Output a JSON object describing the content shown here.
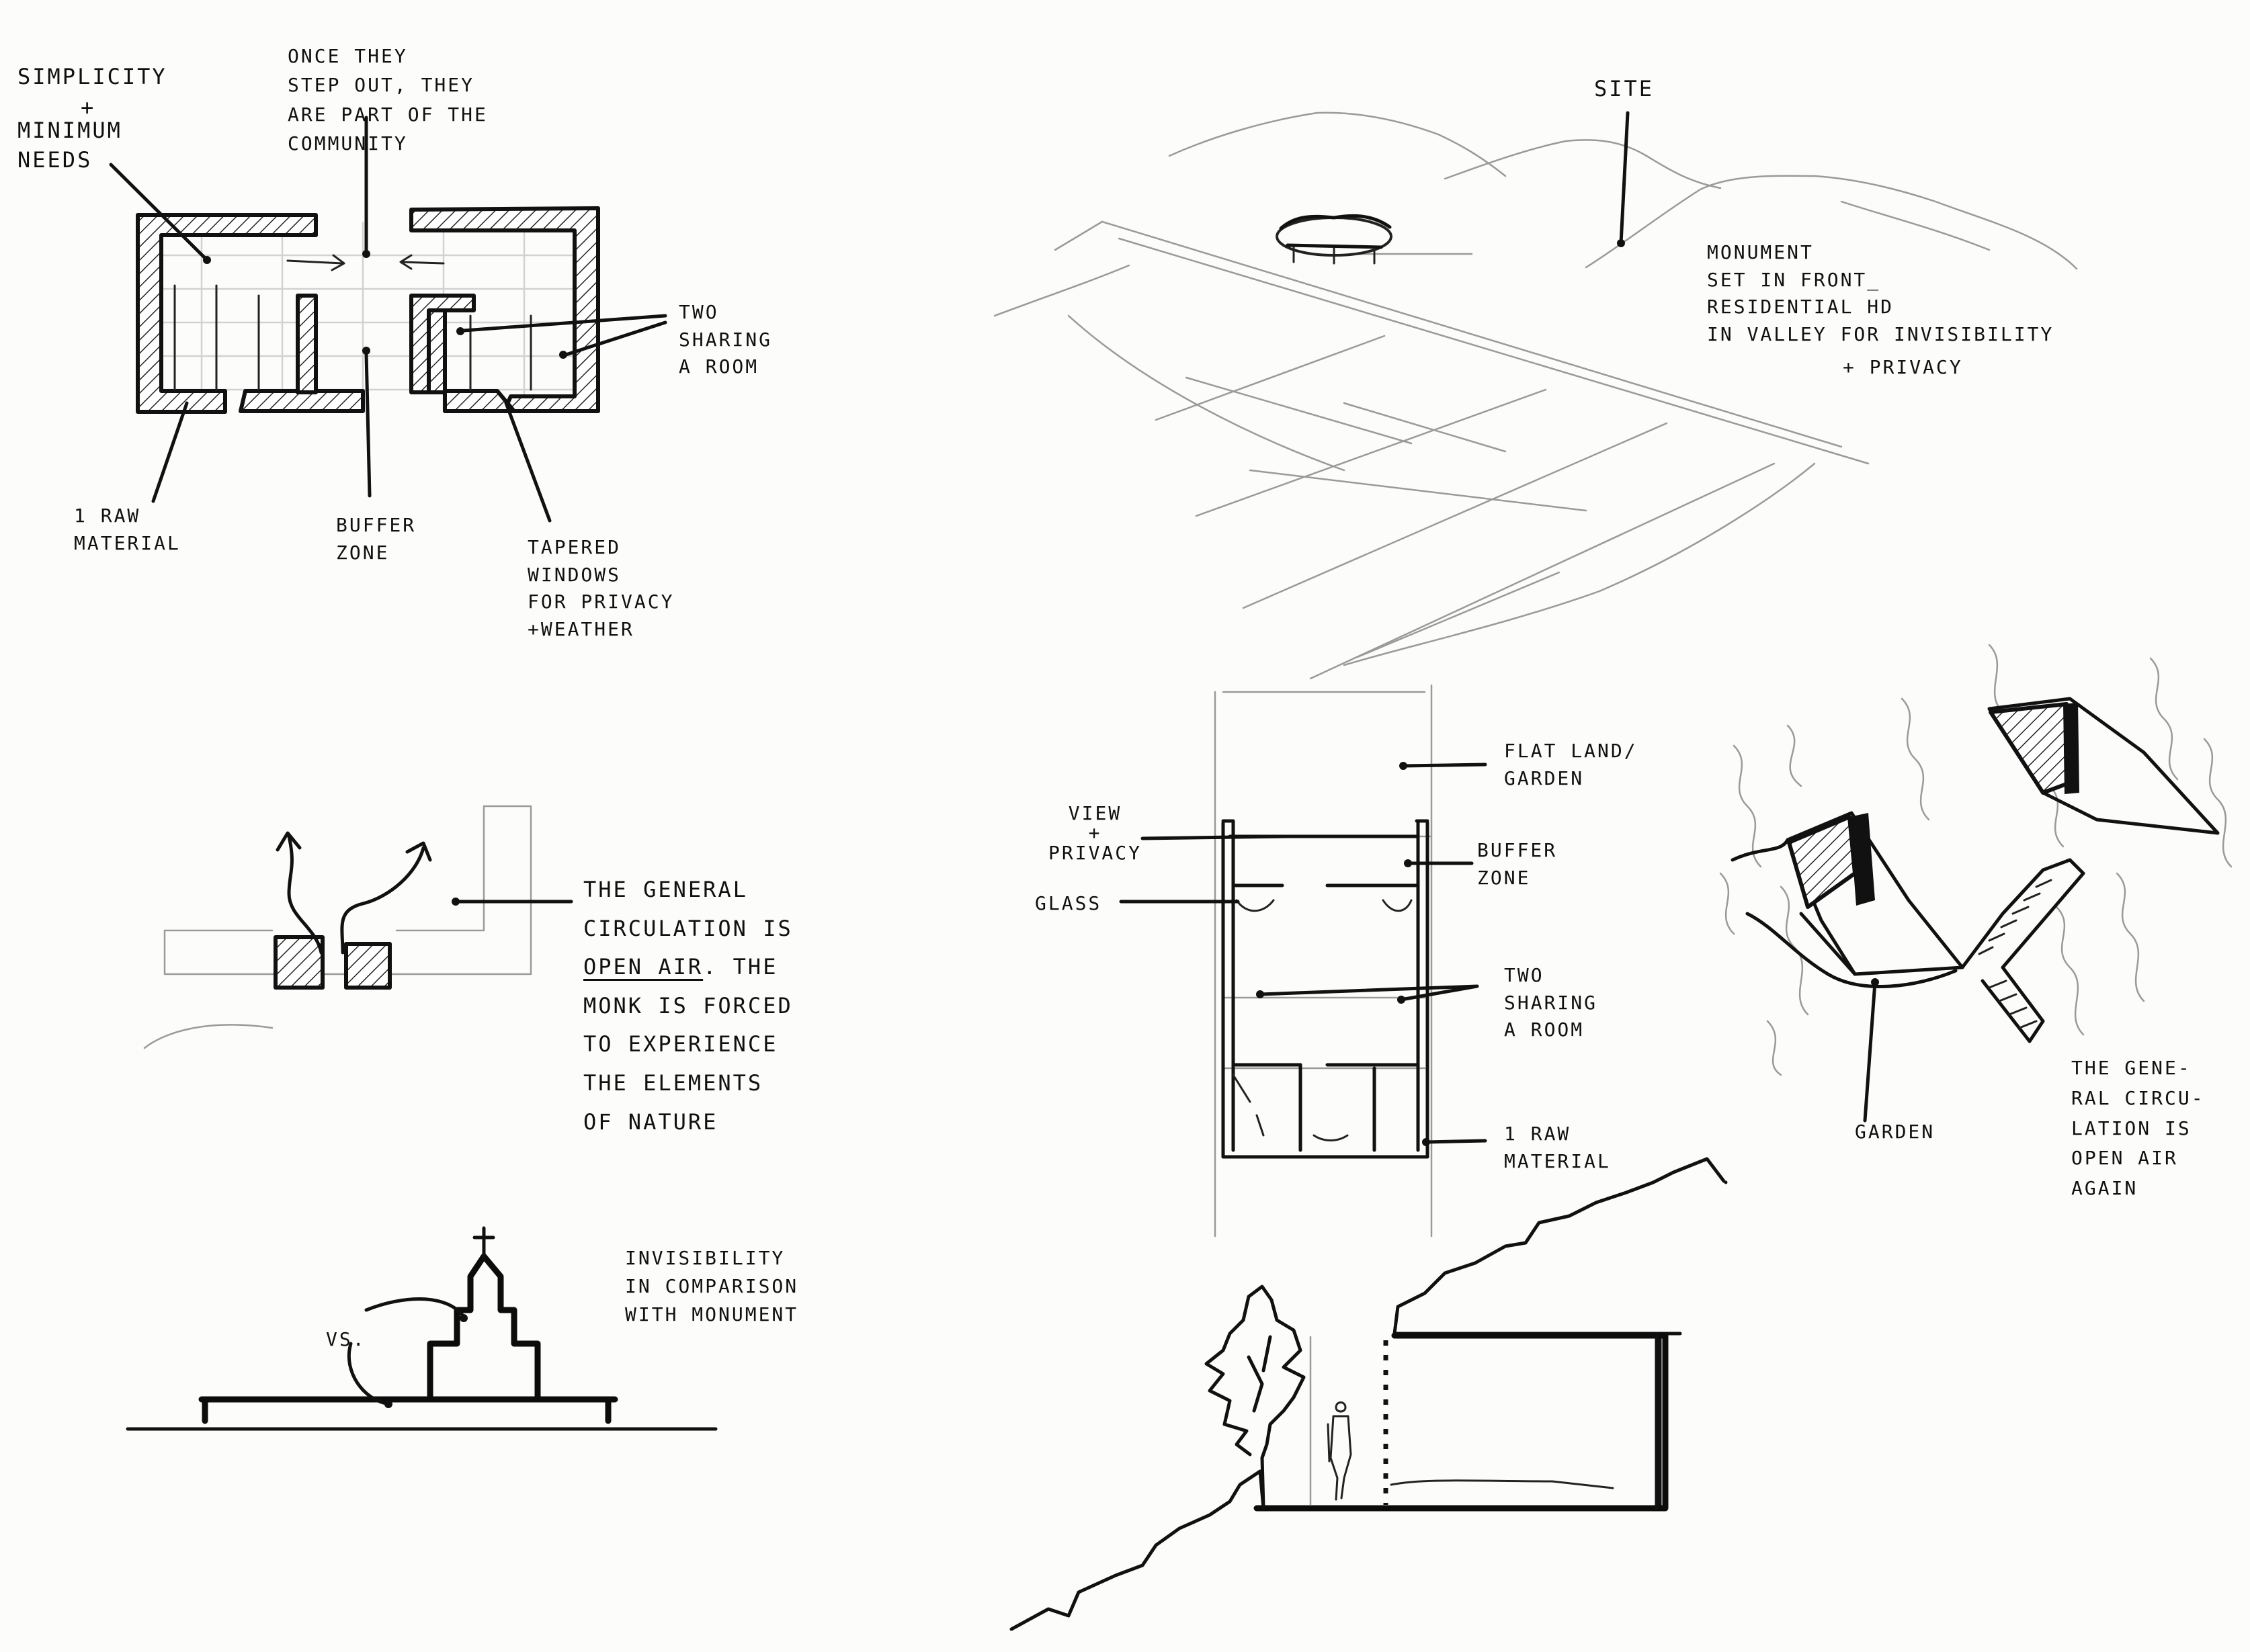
{
  "sheet": {
    "background_color": "#fcfcfb",
    "ink_color": "#111111"
  },
  "plan_notes": {
    "simplicity": "SIMPLICITY",
    "plus": "+",
    "minimum_needs": "MINIMUM\nNEEDS",
    "once_step_out": "ONCE THEY\nSTEP OUT, THEY\nARE PART OF THE\nCOMMUNITY",
    "two_sharing": "TWO\nSHARING\nA ROOM",
    "raw_material": "1 RAW\nMATERIAL",
    "buffer_zone": "BUFFER\nZONE",
    "tapered_windows": "TAPERED\nWINDOWS\nFOR PRIVACY\n+WEATHER"
  },
  "site_notes": {
    "site": "SITE",
    "monument": "MONUMENT\nSET IN FRONT_\nRESIDENTIAL HD\nIN VALLEY FOR INVISIBILITY",
    "privacy": "+ PRIVACY"
  },
  "circulation_notes": {
    "line1_prefix": "THE GENERAL",
    "line2": "CIRCULATION IS",
    "open_air": "OPEN AIR",
    "line3_suffix": ". THE",
    "rest": "MONK IS FORCED\nTO EXPERIENCE\nTHE ELEMENTS\nOF NATURE"
  },
  "comparison_notes": {
    "invisibility": "INVISIBILITY\nIN COMPARISON\nWITH MONUMENT",
    "vs": "VS."
  },
  "unit_plan_notes": {
    "flat_land": "FLAT LAND/\nGARDEN",
    "view_privacy": "VIEW\n+\nPRIVACY",
    "buffer_zone": "BUFFER\nZONE",
    "glass": "GLASS",
    "two_sharing": "TWO\nSHARING\nA ROOM",
    "raw_material": "1 RAW\nMATERIAL"
  },
  "axon_notes": {
    "garden": "GARDEN",
    "general_circulation": "THE GENE-\nRAL CIRCU-\nLATION IS\nOPEN AIR\nAGAIN"
  }
}
